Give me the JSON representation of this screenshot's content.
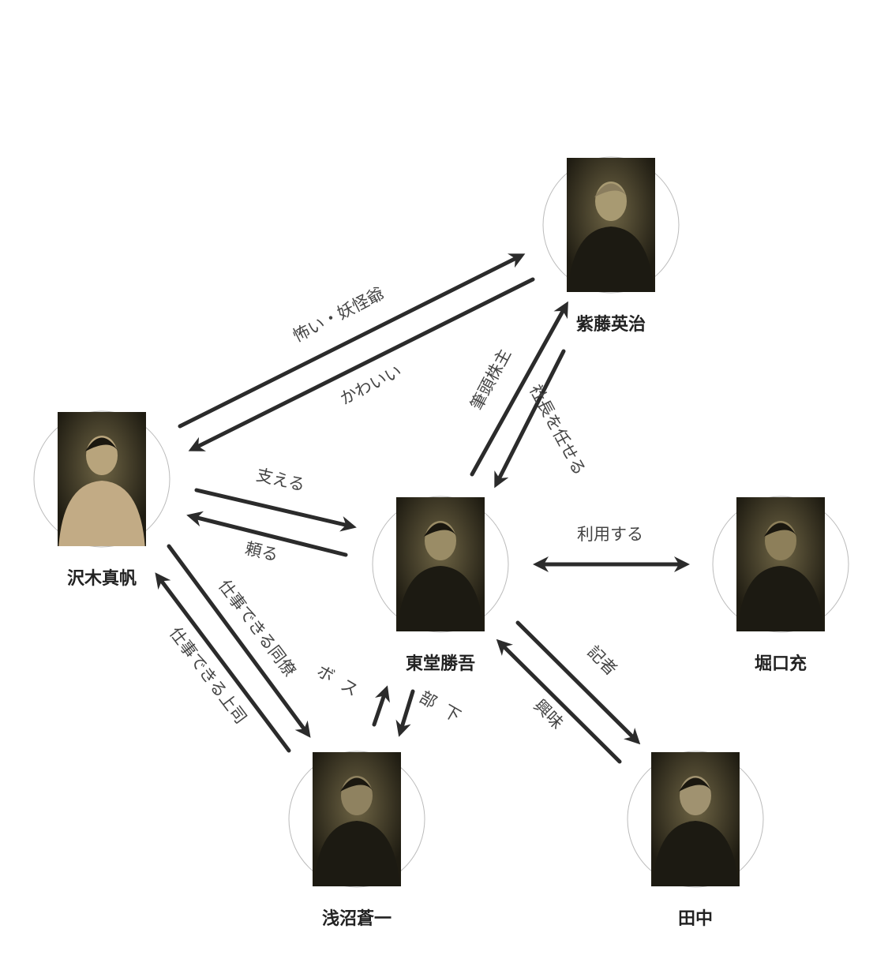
{
  "nodes": {
    "shido": {
      "name": "紫藤英治"
    },
    "sawaki": {
      "name": "沢木真帆"
    },
    "todo": {
      "name": "東堂勝吾"
    },
    "horiguchi": {
      "name": "堀口充"
    },
    "asanuma": {
      "name": "浅沼蒼一"
    },
    "tanaka": {
      "name": "田中"
    }
  },
  "edges": {
    "sawaki_shido": "怖い・妖怪爺",
    "shido_sawaki": "かわいい",
    "sawaki_todo": "支える",
    "todo_sawaki": "頼る",
    "sawaki_asanuma": "仕事できる同僚",
    "asanuma_sawaki": "仕事できる上司",
    "asanuma_todo": "ボス",
    "todo_asanuma": "部下",
    "todo_shido": "筆頭株主",
    "shido_todo": "社長を任せる",
    "todo_horiguchi": "利用する",
    "todo_tanaka": "記者",
    "tanaka_todo": "興味"
  },
  "colors": {
    "arrow": "#2b2b2b",
    "portrait_bg": "#2a2618",
    "portrait_light": "#8a7d55"
  }
}
